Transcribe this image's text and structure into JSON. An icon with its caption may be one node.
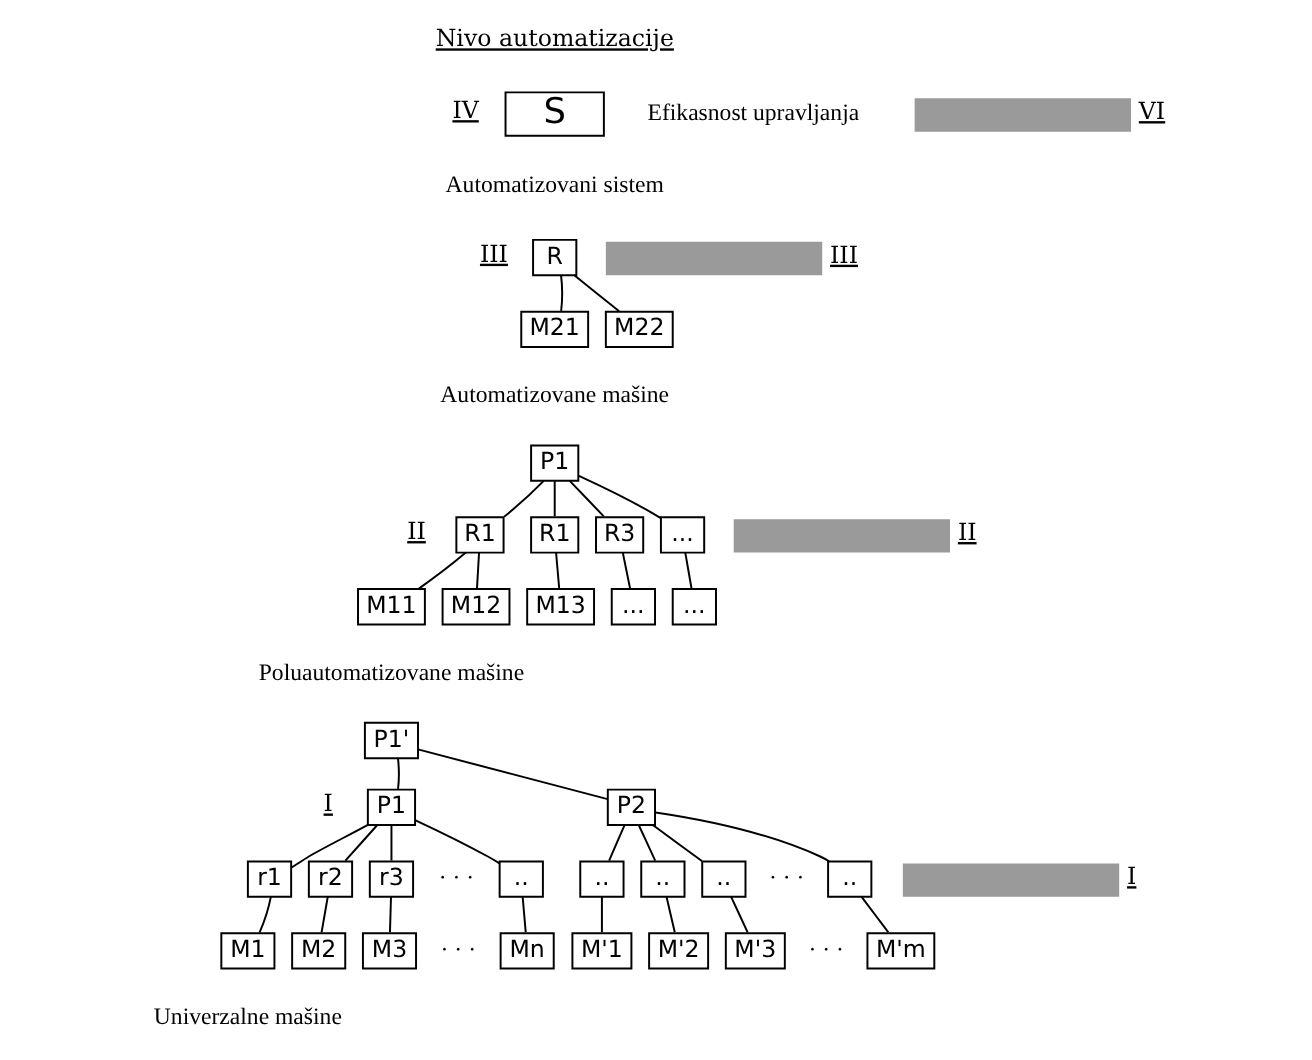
{
  "diagram": {
    "nodes": [
      {
        "text": [
          "S"
        ]
      },
      {
        "text": [
          "R"
        ]
      },
      {
        "text": [
          "M21"
        ]
      },
      {
        "text": [
          "M22"
        ]
      },
      {
        "text": [
          "P1"
        ]
      },
      {
        "text": [
          "R1"
        ]
      },
      {
        "text": [
          "R1"
        ]
      },
      {
        "text": [
          "R3"
        ]
      },
      {
        "text": [
          "..."
        ]
      },
      {
        "text": [
          "M11"
        ]
      },
      {
        "text": [
          "M12"
        ]
      },
      {
        "text": [
          "M13"
        ]
      },
      {
        "text": [
          "..."
        ]
      },
      {
        "text": [
          "..."
        ]
      },
      {
        "text": [
          "P1'"
        ]
      },
      {
        "text": [
          "P1"
        ]
      },
      {
        "text": [
          "P2"
        ]
      },
      {
        "text": [
          "r1"
        ]
      },
      {
        "text": [
          "r2"
        ]
      },
      {
        "text": [
          "r3"
        ]
      },
      {
        "text": [
          ".."
        ]
      },
      {
        "text": [
          "M1"
        ]
      },
      {
        "text": [
          "M2"
        ]
      },
      {
        "text": [
          "M3"
        ]
      },
      {
        "text": [
          "Mn"
        ]
      },
      {
        "text": [
          ".."
        ]
      },
      {
        "text": [
          ".."
        ]
      },
      {
        "text": [
          ".."
        ]
      },
      {
        "text": [
          ".."
        ]
      },
      {
        "text": [
          "M'1"
        ]
      },
      {
        "text": [
          "M'2"
        ]
      },
      {
        "text": [
          "M'3"
        ]
      },
      {
        "text": [
          "M'm"
        ]
      }
    ],
    "edges": [
      {
        "from": 1,
        "to": 2,
        "arrow": "none"
      },
      {
        "from": 1,
        "to": 3,
        "arrow": "none"
      },
      {
        "from": 4,
        "to": 5,
        "arrow": "none"
      },
      {
        "from": 4,
        "to": 6,
        "arrow": "none"
      },
      {
        "from": 4,
        "to": 7,
        "arrow": "none"
      },
      {
        "from": 4,
        "to": 8,
        "arrow": "none"
      },
      {
        "from": 5,
        "to": 9,
        "arrow": "none"
      },
      {
        "from": 5,
        "to": 10,
        "arrow": "none"
      },
      {
        "from": 6,
        "to": 11,
        "arrow": "none"
      },
      {
        "from": 7,
        "to": 12,
        "arrow": "none"
      },
      {
        "from": 8,
        "to": 13,
        "arrow": "none"
      },
      {
        "from": 14,
        "to": 15,
        "arrow": "none"
      },
      {
        "from": 14,
        "to": 16,
        "arrow": "none"
      },
      {
        "from": 15,
        "to": 17,
        "arrow": "none"
      },
      {
        "from": 15,
        "to": 18,
        "arrow": "none"
      },
      {
        "from": 15,
        "to": 19,
        "arrow": "none"
      },
      {
        "from": 15,
        "to": 20,
        "arrow": "none"
      },
      {
        "from": 17,
        "to": 21,
        "arrow": "none"
      },
      {
        "from": 18,
        "to": 22,
        "arrow": "none"
      },
      {
        "from": 19,
        "to": 23,
        "arrow": "none"
      },
      {
        "from": 20,
        "to": 24,
        "arrow": "none"
      },
      {
        "from": 16,
        "to": 25,
        "arrow": "none"
      },
      {
        "from": 16,
        "to": 26,
        "arrow": "none"
      },
      {
        "from": 16,
        "to": 27,
        "arrow": "none"
      },
      {
        "from": 16,
        "to": 28,
        "arrow": "none"
      },
      {
        "from": 25,
        "to": 29,
        "arrow": "none"
      },
      {
        "from": 26,
        "to": 30,
        "arrow": "none"
      },
      {
        "from": 27,
        "to": 31,
        "arrow": "none"
      },
      {
        "from": 28,
        "to": 32,
        "arrow": "none"
      }
    ],
    "labels": [
      "Nivo automatizacije",
      "IV",
      "Efikasnost upravljanja",
      "VI",
      "Automatizovani sistem",
      "III",
      "III",
      "Automatizovane mašine",
      "II",
      "II",
      "Poluautomatizovane mašine",
      "I",
      "· · ·",
      "· · ·",
      "I",
      "· · ·",
      "· · ·",
      "Univerzalne mašine"
    ]
  }
}
